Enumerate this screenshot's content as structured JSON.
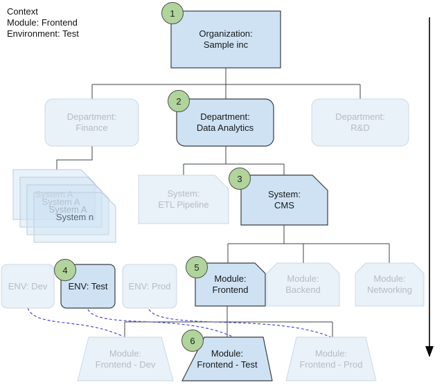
{
  "context": {
    "lines": [
      "Context",
      "Module: Frontend",
      "Environment: Test"
    ]
  },
  "colors": {
    "highlight_fill": "#cfe2f3",
    "highlight_border": "#383d42",
    "faded_fill": "#e9f1f9",
    "faded_border": "#ccd8e4",
    "faded_text": "#b6bcc4",
    "connector": "#3c4043",
    "dashed_link": "#4a46d2",
    "step_badge_fill": "#b1d49d",
    "timeline_arrow": "#000000"
  },
  "nodes": {
    "organization": {
      "line1": "Organization:",
      "line2": "Sample inc",
      "step": "1"
    },
    "dept_finance": {
      "line1": "Department:",
      "line2": "Finance"
    },
    "dept_data_analytics": {
      "line1": "Department:",
      "line2": "Data Analytics",
      "step": "2"
    },
    "dept_rnd": {
      "line1": "Department:",
      "line2": "R&D"
    },
    "system_stack": {
      "items": [
        "System A",
        "System A",
        "System A",
        "System n"
      ]
    },
    "system_etl": {
      "line1": "System:",
      "line2": "ETL Pipeline"
    },
    "system_cms": {
      "line1": "System:",
      "line2": "CMS",
      "step": "3"
    },
    "env_dev": {
      "label": "ENV: Dev"
    },
    "env_test": {
      "label": "ENV: Test",
      "step": "4"
    },
    "env_prod": {
      "label": "ENV: Prod"
    },
    "module_frontend": {
      "line1": "Module:",
      "line2": "Frontend",
      "step": "5"
    },
    "module_backend": {
      "line1": "Module:",
      "line2": "Backend"
    },
    "module_networking": {
      "line1": "Module:",
      "line2": "Networking"
    },
    "deploy_dev": {
      "line1": "Module:",
      "line2": "Frontend - Dev"
    },
    "deploy_test": {
      "line1": "Module:",
      "line2": "Frontend - Test",
      "step": "6"
    },
    "deploy_prod": {
      "line1": "Module:",
      "line2": "Frontend - Prod"
    }
  }
}
